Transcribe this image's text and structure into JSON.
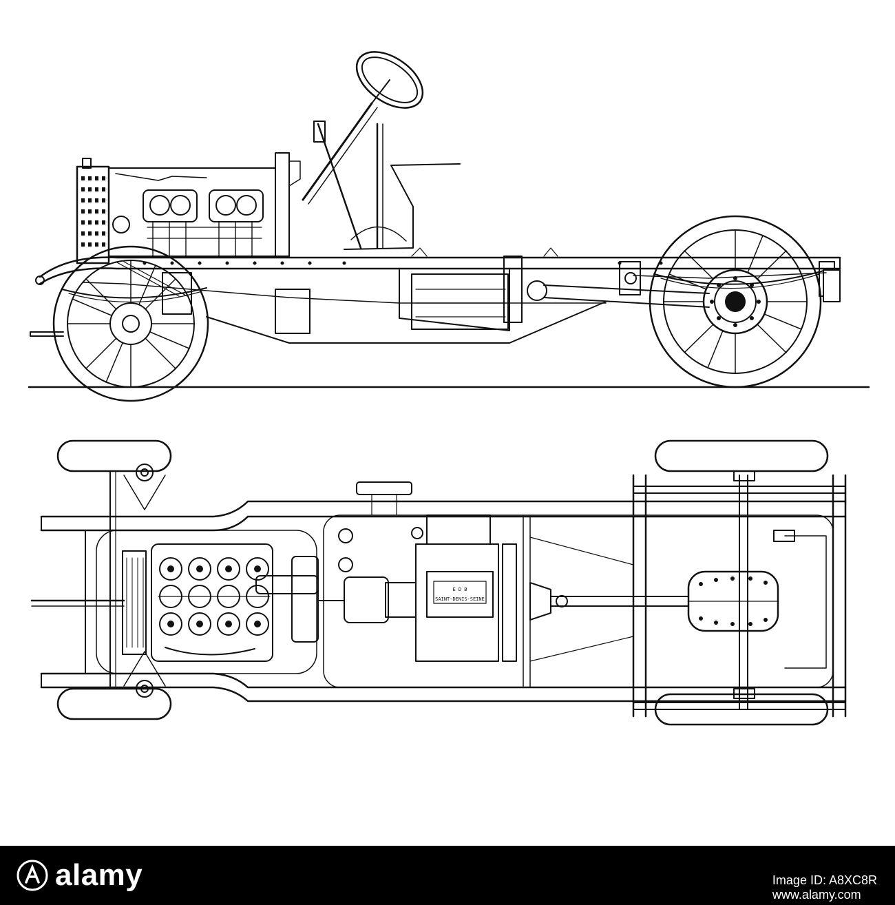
{
  "drawing": {
    "gearbox_plate_top": "E D B",
    "gearbox_plate_bottom": "SAINT-DENIS-SEINE"
  },
  "watermark": {
    "brand": "alamy",
    "image_id_label": "Image ID:",
    "image_id": "A8XC8R",
    "site": "www.alamy.com",
    "colors": {
      "bar": "#000000",
      "text": "#ffffff"
    }
  }
}
